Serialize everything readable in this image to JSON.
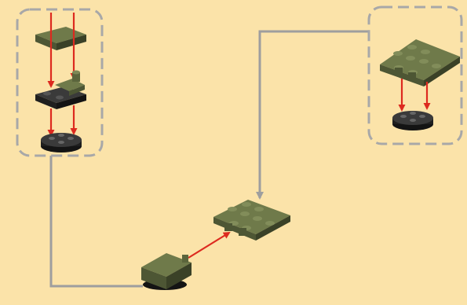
{
  "colors": {
    "background": "#fbe3a9",
    "callout_border": "#a8a8a8",
    "flow_line": "#9e9e9e",
    "assembly_arrow": "#dd2a1f",
    "brick_green_top": "#6f7a4a",
    "brick_green_side": "#4d5634",
    "brick_green_dark": "#3a4127",
    "brick_black": "#1f1f1f",
    "brick_black_top": "#3a3a3a"
  },
  "diagram": {
    "callouts": [
      {
        "id": "sub-assembly-left",
        "parts": [
          "olive-square-tile",
          "black-plate-with-olive-clip",
          "black-round-plate"
        ]
      },
      {
        "id": "sub-assembly-right",
        "parts": [
          "olive-wedge-plate",
          "black-round-plate"
        ]
      }
    ],
    "final_parts": [
      "olive-wedge-assembly",
      "olive-square-tile-on-round-base"
    ]
  }
}
